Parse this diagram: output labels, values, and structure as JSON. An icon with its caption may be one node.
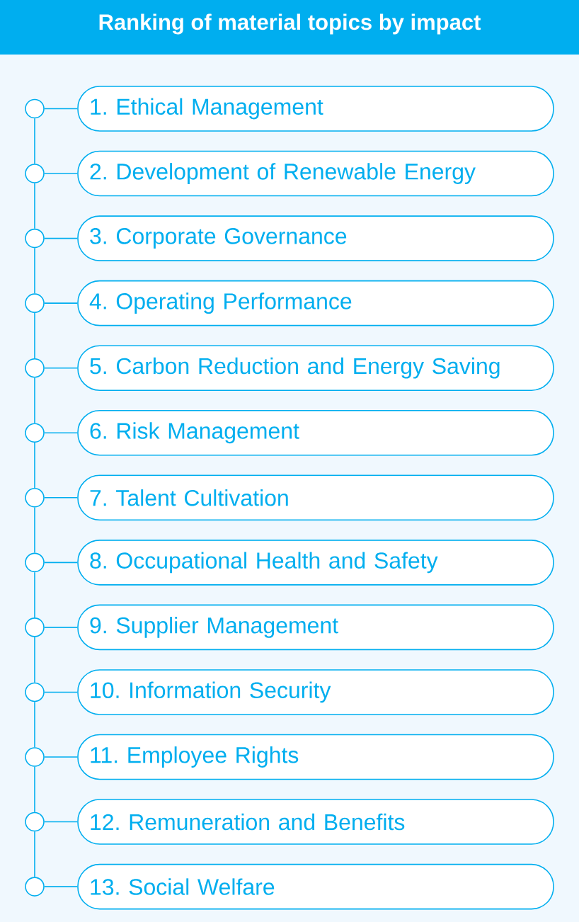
{
  "diagram": {
    "title": "Ranking of material topics by impact",
    "nodes": [
      {
        "text": [],
        "shape": "circle"
      },
      {
        "text": [
          "1. Ethical Management"
        ]
      },
      {
        "text": [],
        "shape": "circle"
      },
      {
        "text": [
          "2. Development of Renewable Energy"
        ]
      },
      {
        "text": [],
        "shape": "circle"
      },
      {
        "text": [
          "3. Corporate Governance"
        ]
      },
      {
        "text": [],
        "shape": "circle"
      },
      {
        "text": [
          "4. Operating Performance"
        ]
      },
      {
        "text": [],
        "shape": "circle"
      },
      {
        "text": [
          "5. Carbon Reduction and Energy Saving"
        ]
      },
      {
        "text": [],
        "shape": "circle"
      },
      {
        "text": [
          "6. Risk Management"
        ]
      },
      {
        "text": [],
        "shape": "circle"
      },
      {
        "text": [
          "7. Talent Cultivation"
        ]
      },
      {
        "text": [],
        "shape": "circle"
      },
      {
        "text": [
          "8. Occupational Health and Safety"
        ]
      },
      {
        "text": [],
        "shape": "circle"
      },
      {
        "text": [
          "9. Supplier Management"
        ]
      },
      {
        "text": [],
        "shape": "circle"
      },
      {
        "text": [
          "10. Information Security"
        ]
      },
      {
        "text": [],
        "shape": "circle"
      },
      {
        "text": [
          "11. Employee Rights"
        ]
      },
      {
        "text": [],
        "shape": "circle"
      },
      {
        "text": [
          "12. Remuneration and Benefits"
        ]
      },
      {
        "text": [],
        "shape": "circle"
      },
      {
        "text": [
          "13. Social Welfare"
        ]
      }
    ],
    "edges": [
      {
        "from": 0,
        "to": 1,
        "arrow": "none"
      },
      {
        "from": 0,
        "to": 2,
        "arrow": "none"
      },
      {
        "from": 2,
        "to": 3,
        "arrow": "none"
      },
      {
        "from": 2,
        "to": 4,
        "arrow": "none"
      },
      {
        "from": 4,
        "to": 5,
        "arrow": "none"
      },
      {
        "from": 4,
        "to": 6,
        "arrow": "none"
      },
      {
        "from": 6,
        "to": 7,
        "arrow": "none"
      },
      {
        "from": 6,
        "to": 8,
        "arrow": "none"
      },
      {
        "from": 8,
        "to": 9,
        "arrow": "none"
      },
      {
        "from": 8,
        "to": 10,
        "arrow": "none"
      },
      {
        "from": 10,
        "to": 11,
        "arrow": "none"
      },
      {
        "from": 10,
        "to": 12,
        "arrow": "none"
      },
      {
        "from": 12,
        "to": 13,
        "arrow": "none"
      },
      {
        "from": 12,
        "to": 14,
        "arrow": "none"
      },
      {
        "from": 14,
        "to": 15,
        "arrow": "none"
      },
      {
        "from": 14,
        "to": 16,
        "arrow": "none"
      },
      {
        "from": 16,
        "to": 17,
        "arrow": "none"
      },
      {
        "from": 16,
        "to": 18,
        "arrow": "none"
      },
      {
        "from": 18,
        "to": 19,
        "arrow": "none"
      },
      {
        "from": 18,
        "to": 20,
        "arrow": "none"
      },
      {
        "from": 20,
        "to": 21,
        "arrow": "none"
      },
      {
        "from": 20,
        "to": 22,
        "arrow": "none"
      },
      {
        "from": 22,
        "to": 23,
        "arrow": "none"
      },
      {
        "from": 22,
        "to": 24,
        "arrow": "none"
      },
      {
        "from": 24,
        "to": 25,
        "arrow": "none"
      }
    ]
  }
}
